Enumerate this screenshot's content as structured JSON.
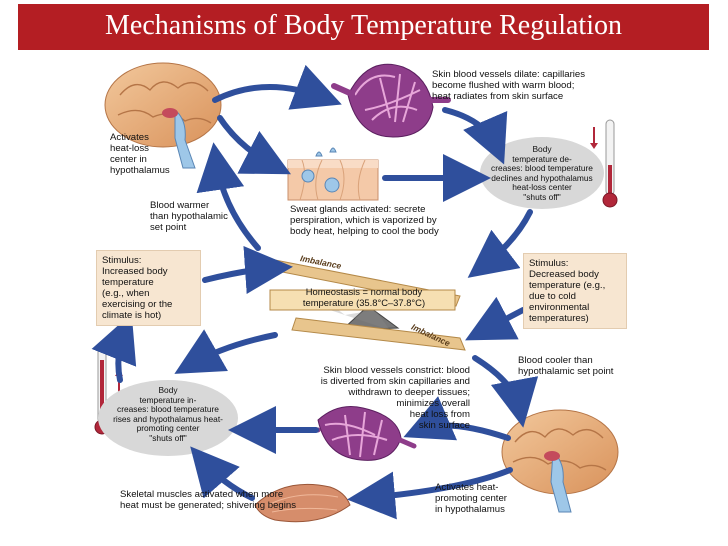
{
  "title": "Mechanisms of Body Temperature Regulation",
  "labels": {
    "activates_heat_loss": "Activates\nheat-loss\ncenter in\nhypothalamus",
    "skin_dilate": "Skin blood vessels dilate: capillaries\nbecome flushed with warm blood;\nheat radiates from skin surface",
    "body_temp_decreases": "Body\ntemperature de-\ncreases: blood temperature\ndeclines and hypothalamus\nheat-loss center\n\"shuts off\"",
    "blood_warmer": "Blood warmer\nthan hypothalamic\nset point",
    "sweat_glands": "Sweat glands activated: secrete\nperspiration, which is vaporized by\nbody heat, helping to cool the body",
    "stimulus_increased": "Stimulus:\nIncreased body\ntemperature\n(e.g., when\nexercising or the\nclimate is hot)",
    "stimulus_decreased": "Stimulus:\nDecreased body\ntemperature (e.g.,\ndue to cold\nenvironmental\ntemperatures)",
    "imbalance_top": "Imbalance",
    "imbalance_bottom": "Imbalance",
    "homeostasis": "Homeostasis = normal body\ntemperature (35.8°C–37.8°C)",
    "blood_cooler": "Blood cooler than\nhypothalamic set point",
    "skin_constrict": "Skin blood vessels constrict: blood\nis diverted from skin capillaries and\nwithdrawn to deeper tissues;\nminimizes overall\nheat loss from\nskin surface",
    "body_temp_increases": "Body\ntemperature in-\ncreases: blood temperature\nrises and hypothalamus heat-\npromoting center\n\"shuts off\"",
    "activates_heat_promoting": "Activates heat-\npromoting center\nin hypothalamus",
    "skeletal_muscles": "Skeletal muscles activated when more\nheat must be generated; shivering begins"
  },
  "colors": {
    "title_bg": "#b41e23",
    "arrow": "#2f4f9c",
    "box_bg": "#f7e6d1",
    "oval_bg": "#d8d8d8",
    "plank": "#e8c58d"
  }
}
